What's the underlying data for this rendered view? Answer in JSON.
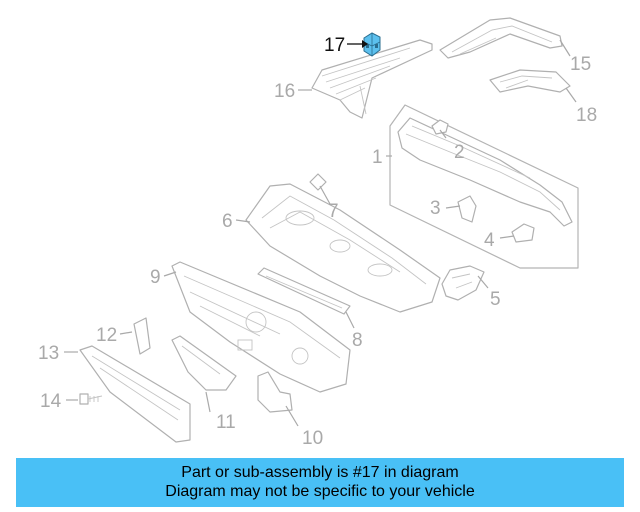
{
  "diagram": {
    "highlighted_part": "17",
    "callouts": [
      "1",
      "2",
      "3",
      "4",
      "5",
      "6",
      "7",
      "8",
      "9",
      "10",
      "11",
      "12",
      "13",
      "14",
      "15",
      "16",
      "17",
      "18"
    ]
  },
  "colors": {
    "banner_bg": "#49c0f6",
    "highlight_part": "#4fb7e8",
    "line_art": "#b4b4b4"
  },
  "banner": {
    "line1": "Part or sub-assembly is #17 in diagram",
    "line2": "Diagram may not be specific to your vehicle"
  }
}
